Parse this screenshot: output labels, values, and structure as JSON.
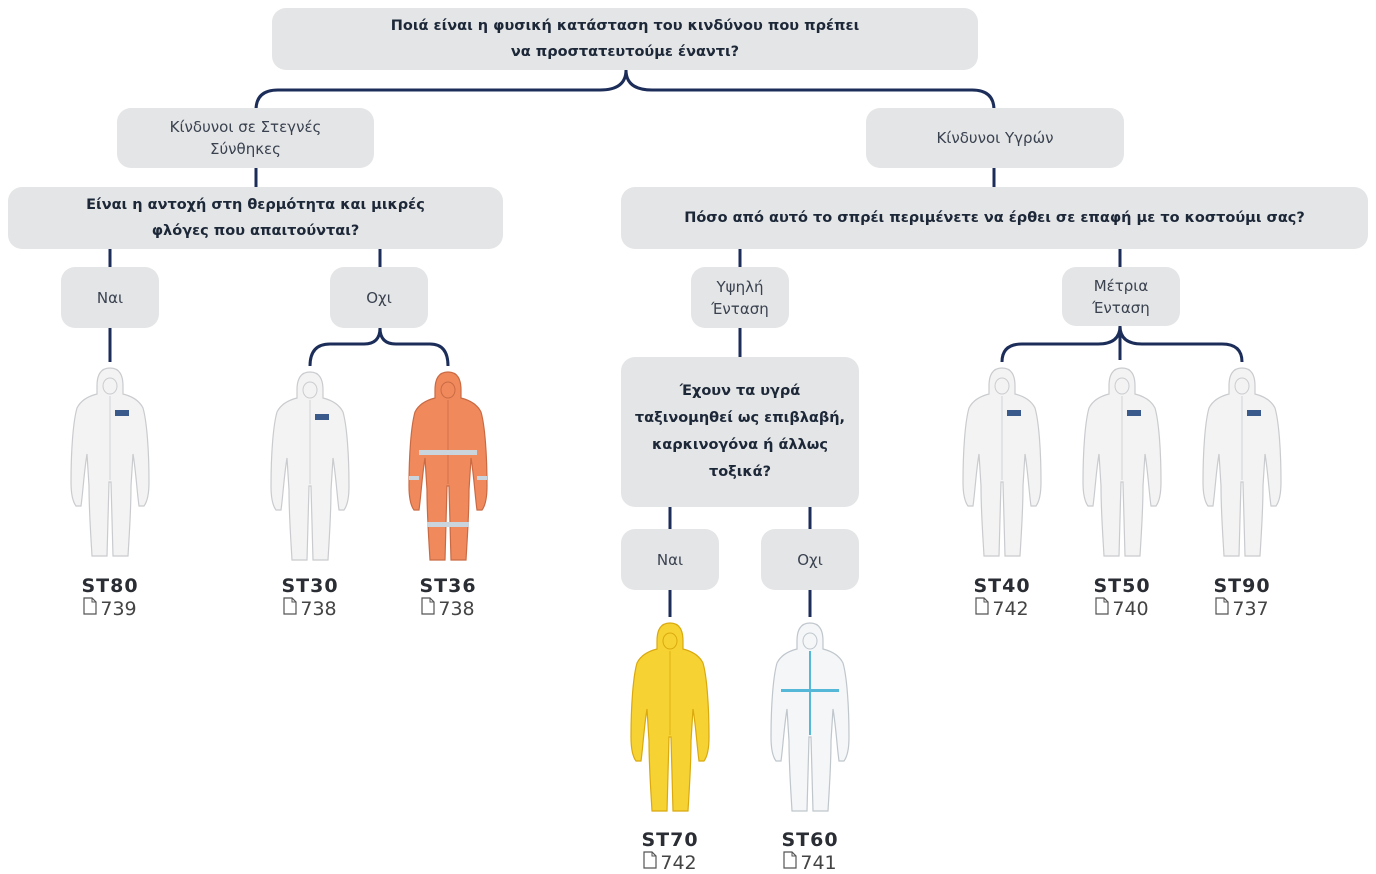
{
  "root_question": [
    "Ποιά είναι η φυσική κατάσταση του κινδύνου που πρέπει",
    "να προστατευτούμε έναντι?"
  ],
  "dry": {
    "label": [
      "Κίνδυνοι σε Στεγνές",
      "Σύνθηκες"
    ],
    "question": [
      "Είναι η αντοχή στη θερμότητα και μικρές",
      "φλόγες που απαιτούνται?"
    ],
    "yes": "Ναι",
    "no": "Οχι"
  },
  "wet": {
    "label": "Κίνδυνοι Υγρών",
    "question": "Πόσο από αυτό το σπρέι περιμένετε να έρθει σε επαφή με το κοστούμι σας?",
    "high": [
      "Υψηλή",
      "Ένταση"
    ],
    "medium": [
      "Μέτρια",
      "Ένταση"
    ],
    "toxic_question": [
      "Έχουν τα υγρά",
      "ταξινομηθεί ως επιβλαβή,",
      "καρκινογόνα ή άλλως",
      "τοξικά?"
    ],
    "yes": "Ναι",
    "no": "Οχι"
  },
  "products": {
    "st80": {
      "code": "ST80",
      "page": "739",
      "color": "#f3f3f3"
    },
    "st30": {
      "code": "ST30",
      "page": "738",
      "color": "#f3f3f3"
    },
    "st36": {
      "code": "ST36",
      "page": "738",
      "color": "#f08a5c"
    },
    "st70": {
      "code": "ST70",
      "page": "742",
      "color": "#f7d233"
    },
    "st60": {
      "code": "ST60",
      "page": "741",
      "color": "#f4f6f8"
    },
    "st40": {
      "code": "ST40",
      "page": "742",
      "color": "#f3f3f3"
    },
    "st50": {
      "code": "ST50",
      "page": "740",
      "color": "#f3f3f3"
    },
    "st90": {
      "code": "ST90",
      "page": "737",
      "color": "#f3f3f3"
    }
  },
  "colors": {
    "connector": "#1b2d58",
    "box": "#e4e5e6"
  },
  "icons": {
    "page": "page-document-icon"
  }
}
